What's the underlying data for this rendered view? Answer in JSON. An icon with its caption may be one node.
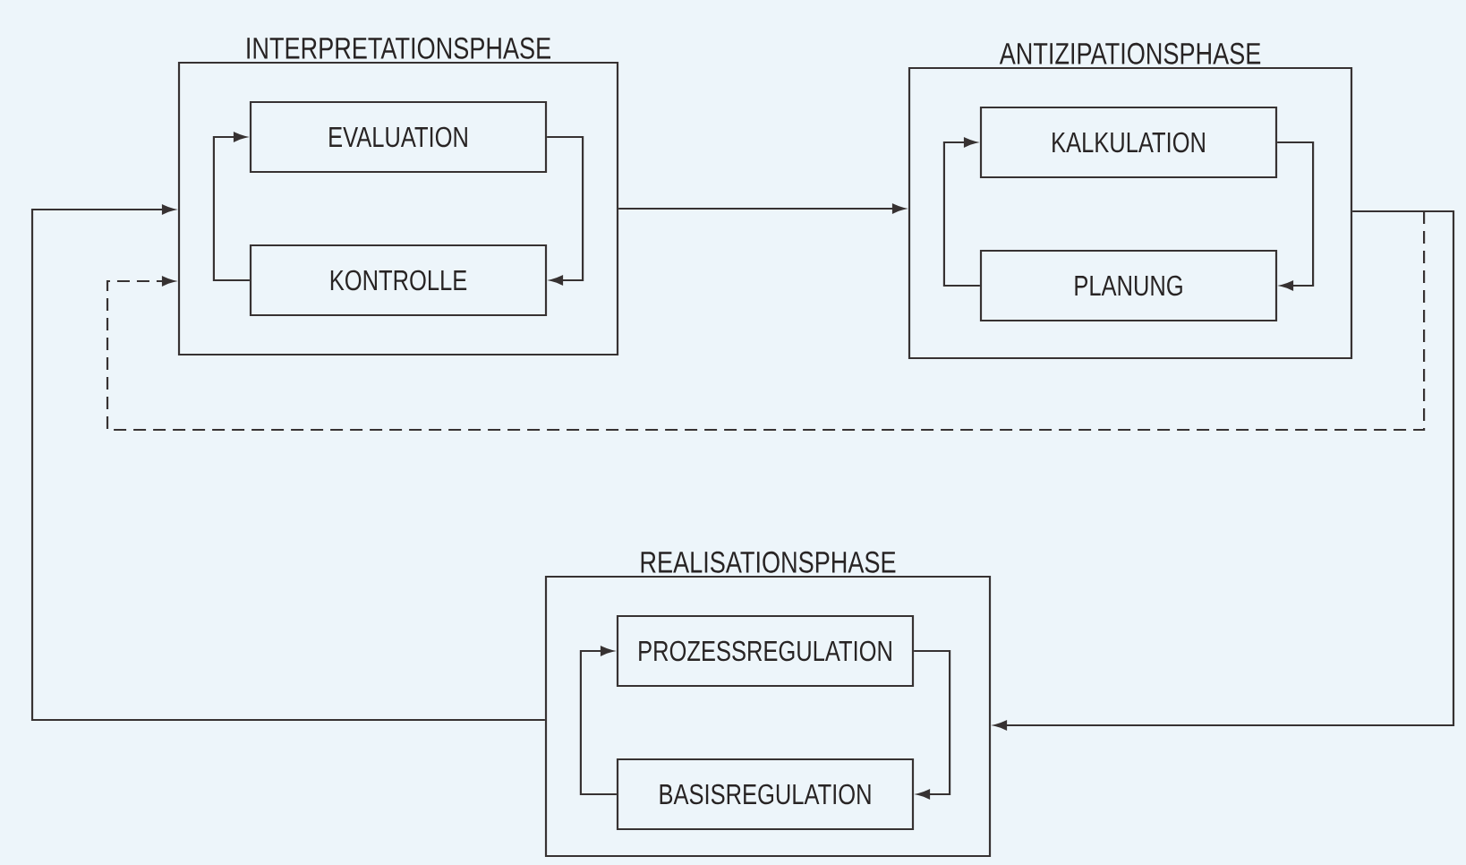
{
  "diagram": {
    "nodes": [
      {
        "text": [
          "INTERPRETATIONSPHASE"
        ]
      },
      {
        "text": [
          "EVALUATION"
        ],
        "in": 0
      },
      {
        "text": [
          "KONTROLLE"
        ],
        "in": 0
      },
      {
        "text": [
          "ANTIZIPATIONSPHASE"
        ]
      },
      {
        "text": [
          "KALKULATION"
        ],
        "in": 3
      },
      {
        "text": [
          "PLANUNG"
        ],
        "in": 3
      },
      {
        "text": [
          "REALISATIONSPHASE"
        ]
      },
      {
        "text": [
          "PROZESSREGULATION"
        ],
        "in": 6
      },
      {
        "text": [
          "BASISREGULATION"
        ],
        "in": 6
      }
    ],
    "edges": [
      {
        "from": 1,
        "to": 2,
        "arrow": "to"
      },
      {
        "from": 2,
        "to": 1,
        "arrow": "to"
      },
      {
        "from": 4,
        "to": 5,
        "arrow": "to"
      },
      {
        "from": 5,
        "to": 4,
        "arrow": "to"
      },
      {
        "from": 7,
        "to": 8,
        "arrow": "to"
      },
      {
        "from": 8,
        "to": 7,
        "arrow": "to"
      },
      {
        "from": 0,
        "to": 3,
        "arrow": "to"
      },
      {
        "from": 3,
        "to": 6,
        "arrow": "to"
      },
      {
        "from": 6,
        "to": 0,
        "arrow": "to"
      },
      {
        "from": 3,
        "to": 0,
        "arrow": "to",
        "style": "dashed"
      }
    ]
  }
}
